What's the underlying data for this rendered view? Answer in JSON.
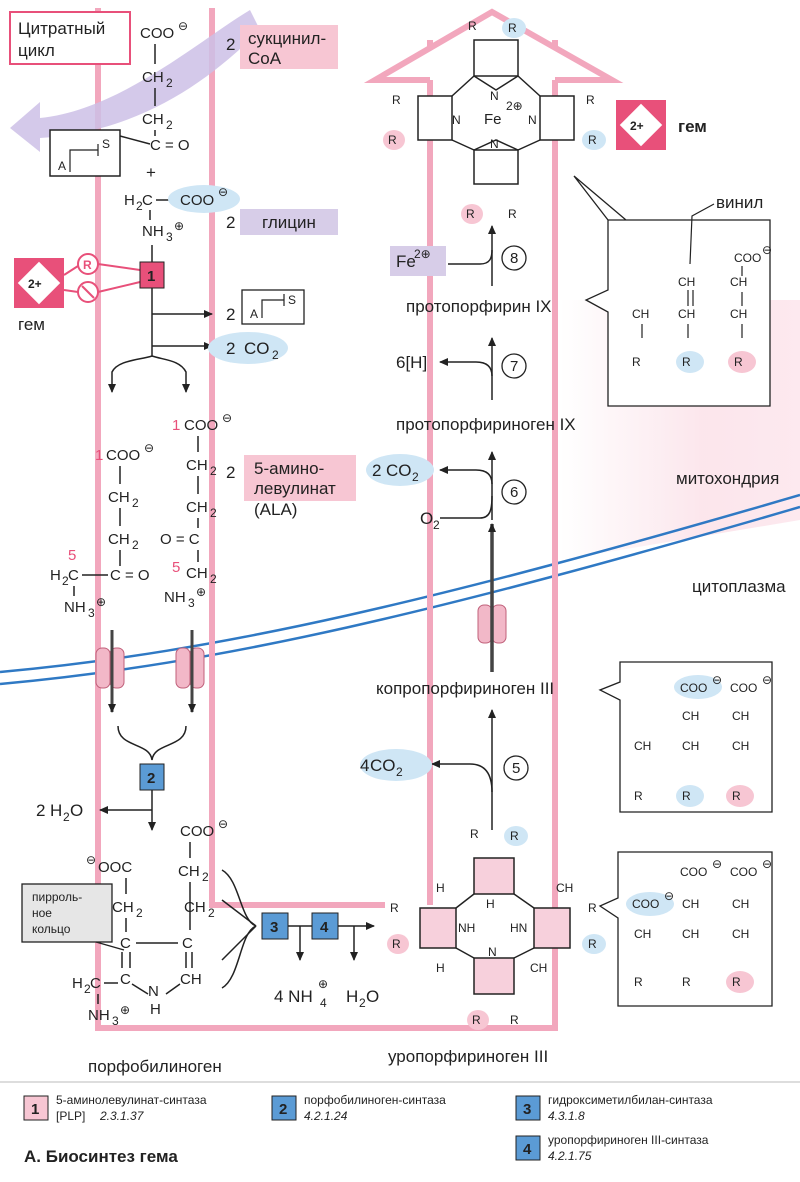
{
  "labels": {
    "citrate_cycle_1": "Цитратный",
    "citrate_cycle_2": "цикл",
    "succinyl_1": "сукцинил-",
    "succinyl_2": "CoA",
    "glycine": "глицин",
    "heme_left": "гем",
    "heme_right": "гем",
    "ala_1": "5-амино-",
    "ala_2": "левулинат",
    "ala_3": "(ALA)",
    "pyrrole_1": "пирроль-",
    "pyrrole_2": "ное",
    "pyrrole_3": "кольцо",
    "porphobilinogen": "порфобилиноген",
    "uroporphyrinogen": "уропорфириноген III",
    "coproporphyrinogen": "копропорфириноген III",
    "protoporphyrinogen": "протопорфириноген IX",
    "protoporphyrin": "протопорфирин IX",
    "mitochondria": "митохондрия",
    "cytoplasm": "цитоплазма",
    "vinyl": "винил",
    "caption": "А. Биосинтез гема"
  },
  "chem": {
    "coo": "COO",
    "ch2": "CH",
    "c_eq_o": "C = O",
    "nh3": "NH",
    "h2c": "H",
    "co2": "CO",
    "two": "2",
    "four_nh4": "4 NH",
    "h2o": "H",
    "six_h": "6[H]",
    "o2": "O",
    "fe": "Fe",
    "ch3": "CH",
    "r1": "R",
    "r2": "R",
    "r3": "R",
    "ch": "CH",
    "plus": "+",
    "num1": "1",
    "num5": "5",
    "ooc": "OOC",
    "nh": "NH",
    "hn": "HN",
    "n": "N",
    "h": "H",
    "a": "A",
    "s": "S",
    "r_reg": "R",
    "two_plus": "2+"
  },
  "steps": {
    "s5": "5",
    "s6": "6",
    "s7": "7",
    "s8": "8"
  },
  "enzymes": [
    {
      "num": "1",
      "name": "5-аминолевулинат-синтаза",
      "extra": "[PLP]",
      "ec": "2.3.1.37",
      "color": "#e8507a"
    },
    {
      "num": "2",
      "name": "порфобилиноген-синтаза",
      "ec": "4.2.1.24",
      "color": "#5b9bd5"
    },
    {
      "num": "3",
      "name": "гидроксиметилбилан-синтаза",
      "ec": "4.3.1.8",
      "color": "#5b9bd5"
    },
    {
      "num": "4",
      "name": "уропорфириноген III-синтаза",
      "ec": "4.2.1.75",
      "color": "#5b9bd5"
    }
  ],
  "colors": {
    "pink": "#e8507a",
    "pink_light": "#f7c6d3",
    "blue_light": "#cfe6f5",
    "purple_light": "#d7cde8",
    "membrane": "#2f79c4"
  }
}
